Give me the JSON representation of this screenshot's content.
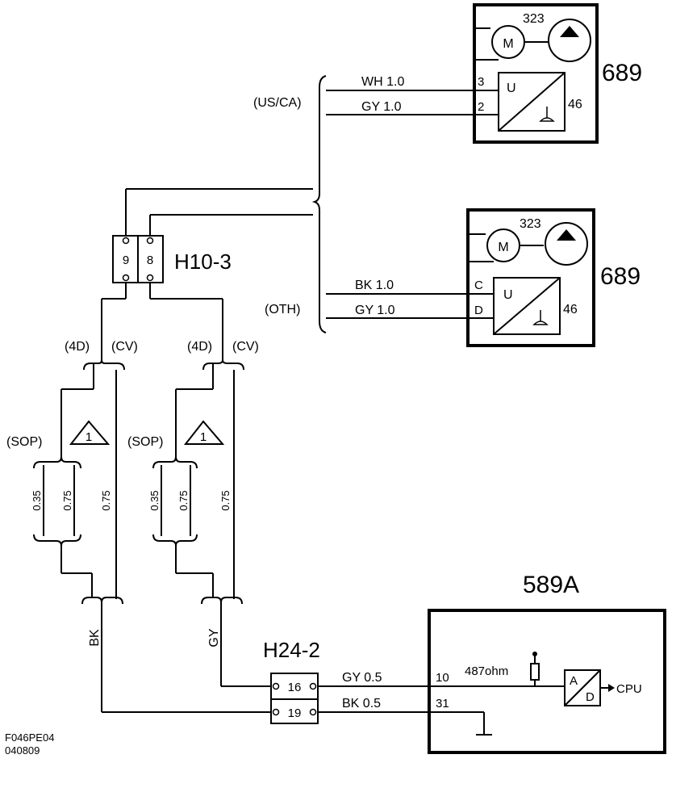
{
  "components": {
    "pump_top": {
      "id": "689",
      "motor": "M",
      "motor_num": "323",
      "converter": "U",
      "conv_num": "46"
    },
    "pump_bottom": {
      "id": "689",
      "motor": "M",
      "motor_num": "323",
      "converter": "U",
      "conv_num": "46"
    },
    "ecu": {
      "id": "589A",
      "resistor": "487ohm",
      "adc_a": "A",
      "adc_d": "D",
      "cpu": "CPU"
    }
  },
  "connectors": {
    "h10": {
      "id": "H10-3",
      "pins": [
        "9",
        "8"
      ]
    },
    "h24": {
      "id": "H24-2",
      "pins": [
        "16",
        "19"
      ]
    }
  },
  "variants": {
    "us_ca": "(US/CA)",
    "oth": "(OTH)",
    "d4_left": "(4D)",
    "cv_left": "(CV)",
    "d4_right": "(4D)",
    "cv_right": "(CV)",
    "sop_left": "(SOP)",
    "sop_right": "(SOP)",
    "note": "1"
  },
  "wires": {
    "top_1": {
      "label": "WH 1.0",
      "pin": "3"
    },
    "top_2": {
      "label": "GY  1.0",
      "pin": "2"
    },
    "bot_1": {
      "label": "BK 1.0",
      "pin": "C"
    },
    "bot_2": {
      "label": "GY  1.0",
      "pin": "D"
    },
    "left_a": "0.35",
    "left_b": "0.75",
    "left_c": "0.75",
    "right_a": "0.35",
    "right_b": "0.75",
    "right_c": "0.75",
    "bk": "BK",
    "gy": "GY",
    "ecu_1": {
      "label": "GY  0.5",
      "pin": "10"
    },
    "ecu_2": {
      "label": "BK  0.5",
      "pin": "31"
    }
  },
  "footer": {
    "code": "F046PE04",
    "date": "040809"
  }
}
